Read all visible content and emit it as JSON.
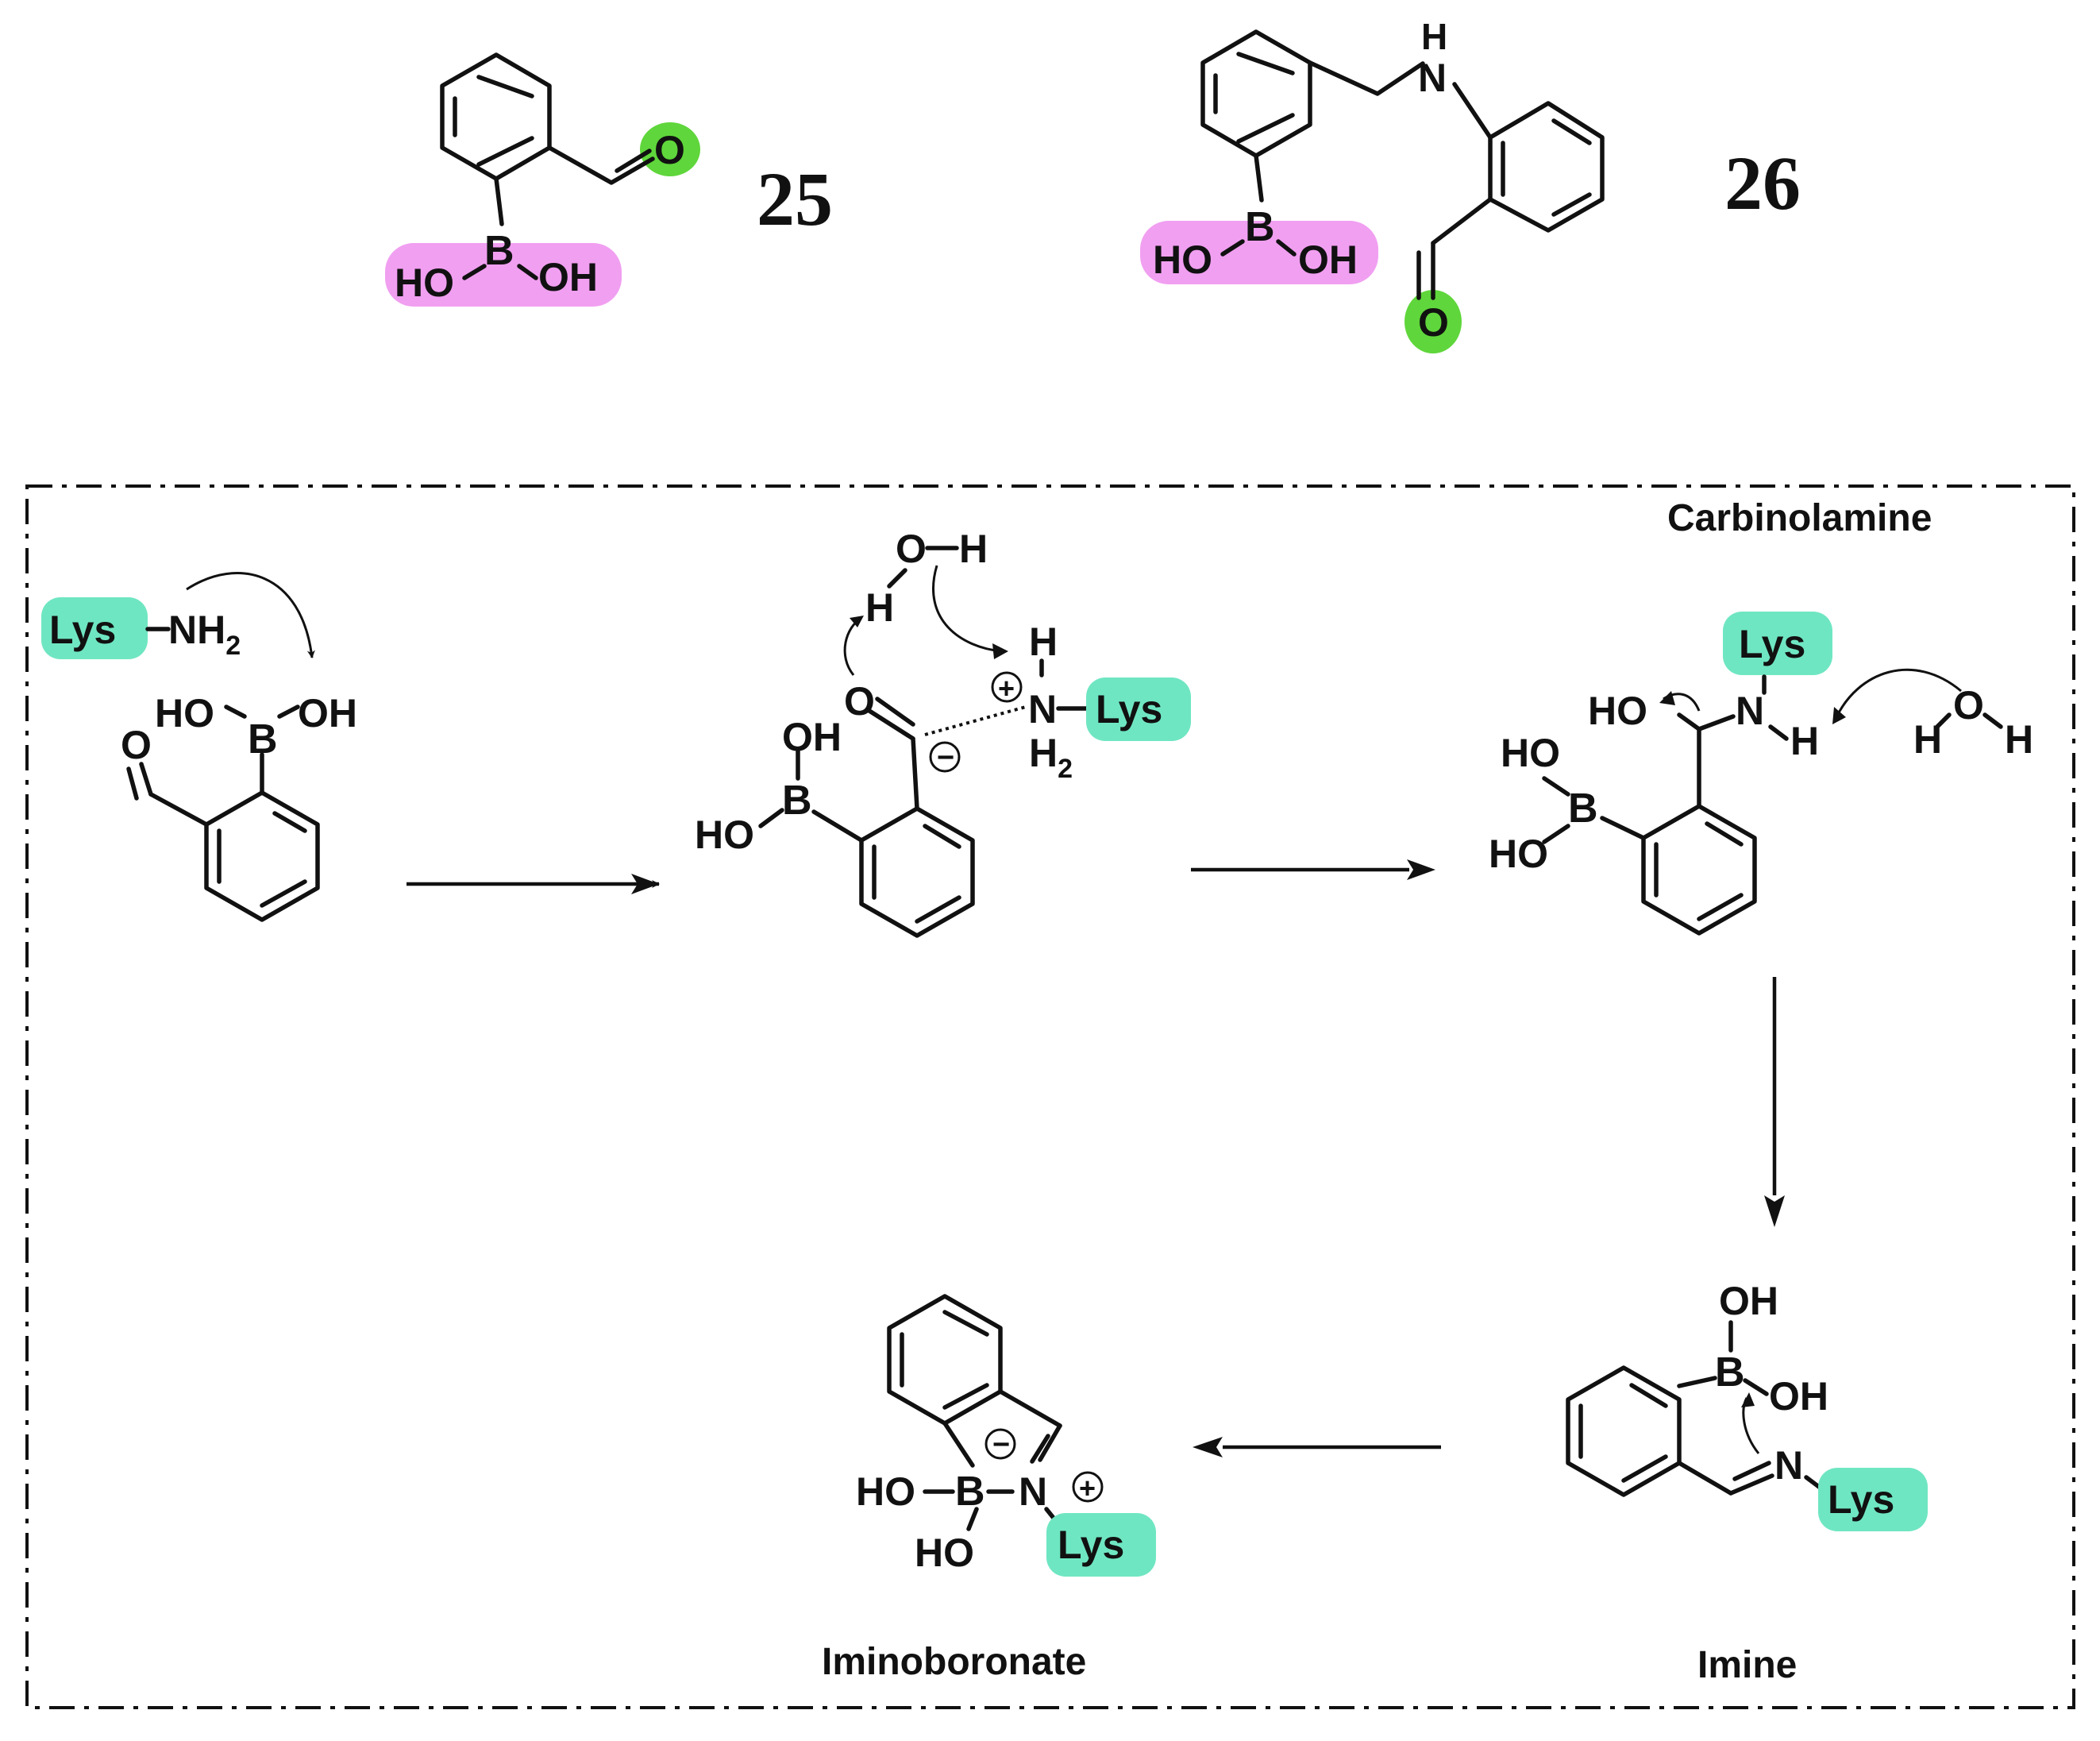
{
  "colors": {
    "boronic_highlight": "#f19ff1",
    "carbonyl_highlight": "#5fd63b",
    "lys_highlight": "#6fe6c2",
    "ink": "#111111"
  },
  "compounds": {
    "c25": {
      "number": "25",
      "B": "B",
      "HO": "HO",
      "OH": "OH",
      "O": "O"
    },
    "c26": {
      "number": "26",
      "B": "B",
      "HO": "HO",
      "OH": "OH",
      "O": "O",
      "N": "N",
      "H": "H"
    }
  },
  "mechanism": {
    "step1": {
      "Lys": "Lys",
      "NH2": "NH",
      "sub2": "2",
      "HO": "HO",
      "OH": "OH",
      "B": "B",
      "O": "O"
    },
    "step2": {
      "O": "O",
      "H": "H",
      "OH_top_H": "H",
      "O_water": "O",
      "H_water": "H",
      "NH_H": "H",
      "N": "N",
      "Lys": "Lys",
      "H2": "H",
      "sub2": "2",
      "plus": "+",
      "minus": "−",
      "B": "B",
      "OH": "OH",
      "HO": "HO"
    },
    "step3": {
      "label": "Carbinolamine",
      "Lys": "Lys",
      "N": "N",
      "H": "H",
      "HO": "HO",
      "B": "B",
      "HO_a": "HO",
      "HO_b": "HO",
      "water_H1": "H",
      "water_O": "O",
      "water_H2": "H"
    },
    "step4": {
      "label": "Imine",
      "OH_top": "OH",
      "B": "B",
      "OH_right": "OH",
      "N": "N",
      "Lys": "Lys"
    },
    "step5": {
      "label": "Iminoboronate",
      "HO_left": "HO",
      "B": "B",
      "N": "N",
      "HO_bottom": "HO",
      "Lys": "Lys",
      "plus": "+",
      "minus": "−"
    }
  }
}
